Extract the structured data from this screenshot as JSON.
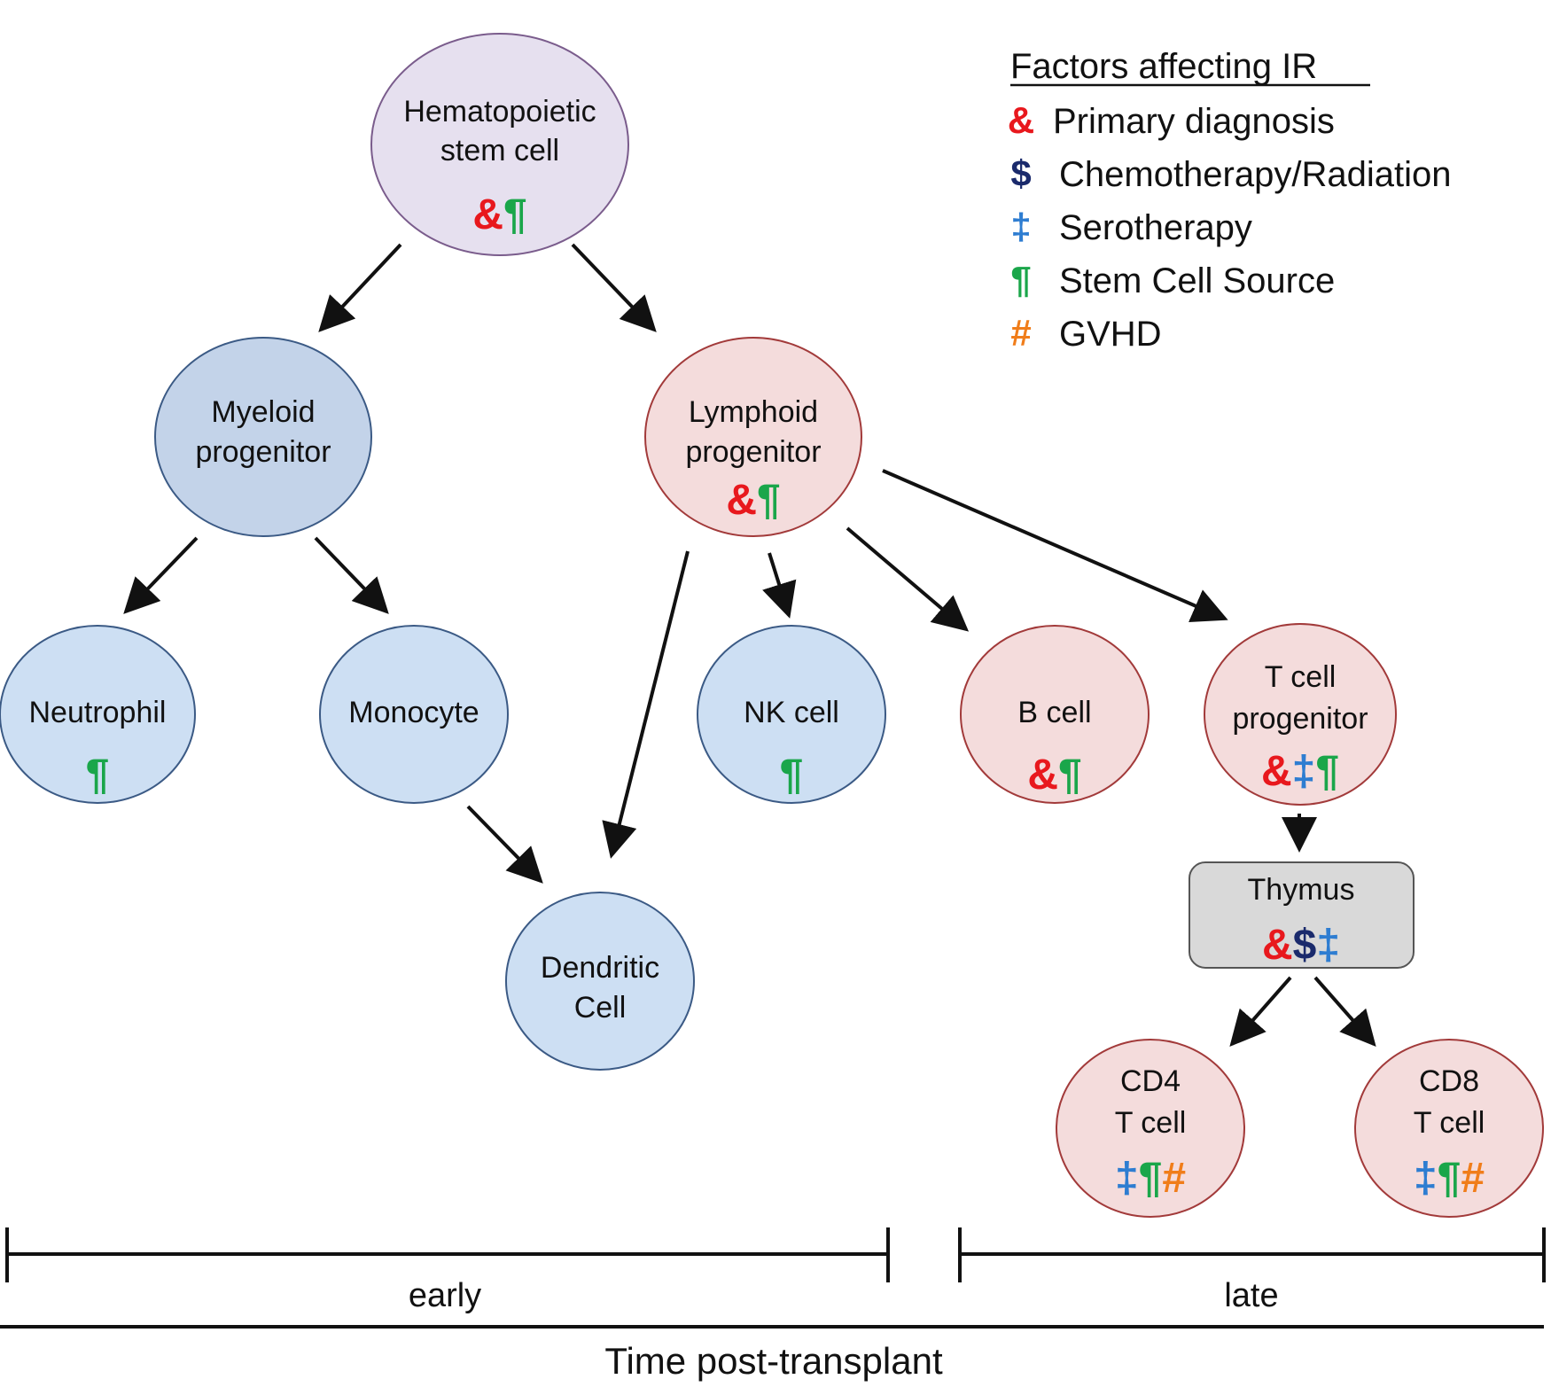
{
  "colors": {
    "primary_diagnosis": "#e8181d",
    "chemo_radiation": "#1a2a6c",
    "serotherapy": "#2e7dd1",
    "stem_cell_source": "#1aa64a",
    "gvhd": "#f07d1a",
    "stem_fill": "#e6e0ef",
    "myeloid_fill": "#c3d3e9",
    "blue_fill": "#cddff3",
    "blue_stroke": "#3b5a85",
    "pink_fill": "#f4dcdc",
    "pink_stroke": "#a23a3a",
    "purple_stroke": "#7a5c8c",
    "thymus_fill": "#d9d9d9"
  },
  "legend": {
    "title": "Factors affecting IR",
    "items": [
      {
        "symbol": "&",
        "color_key": "primary_diagnosis",
        "label": "Primary diagnosis"
      },
      {
        "symbol": "$",
        "color_key": "chemo_radiation",
        "label": "Chemotherapy/Radiation"
      },
      {
        "symbol": "‡",
        "color_key": "serotherapy",
        "label": "Serotherapy"
      },
      {
        "symbol": "¶",
        "color_key": "stem_cell_source",
        "label": "Stem Cell Source"
      },
      {
        "symbol": "#",
        "color_key": "gvhd",
        "label": "GVHD"
      }
    ]
  },
  "nodes": {
    "hsc": {
      "lines": [
        "Hematopoietic",
        "stem cell"
      ],
      "factors": [
        "&",
        "¶"
      ]
    },
    "myeloid": {
      "lines": [
        "Myeloid",
        "progenitor"
      ],
      "factors": []
    },
    "lymphoid": {
      "lines": [
        "Lymphoid",
        "progenitor"
      ],
      "factors": [
        "&",
        "¶"
      ]
    },
    "neutrophil": {
      "lines": [
        "Neutrophil"
      ],
      "factors": [
        "¶"
      ]
    },
    "monocyte": {
      "lines": [
        "Monocyte"
      ],
      "factors": []
    },
    "nk": {
      "lines": [
        "NK cell"
      ],
      "factors": [
        "¶"
      ]
    },
    "bcell": {
      "lines": [
        "B cell"
      ],
      "factors": [
        "&",
        "¶"
      ]
    },
    "tprog": {
      "lines": [
        "T cell",
        "progenitor"
      ],
      "factors": [
        "&",
        "‡",
        "¶"
      ]
    },
    "thymus": {
      "lines": [
        "Thymus"
      ],
      "factors": [
        "&",
        "$",
        "‡"
      ]
    },
    "dendritic": {
      "lines": [
        "Dendritic",
        "Cell"
      ],
      "factors": []
    },
    "cd4": {
      "lines": [
        "CD4",
        "T cell"
      ],
      "factors": [
        "‡",
        "¶",
        "#"
      ]
    },
    "cd8": {
      "lines": [
        "CD8",
        "T cell"
      ],
      "factors": [
        "‡",
        "¶",
        "#"
      ]
    }
  },
  "timeline": {
    "early_label": "early",
    "late_label": "late",
    "axis_title": "Time post-transplant"
  }
}
